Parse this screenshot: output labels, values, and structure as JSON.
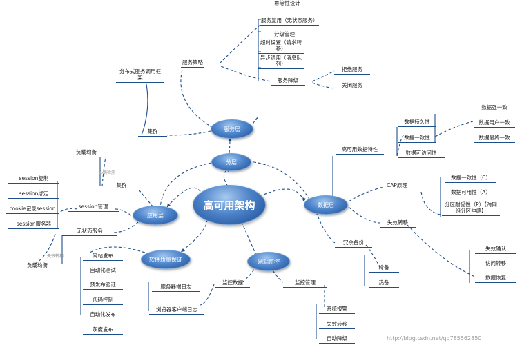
{
  "center": "高可用架构",
  "hubs": {
    "service_layer": "服务层",
    "layering": "分层",
    "data_layer": "数据层",
    "app_layer": "应用层",
    "quality": "软件质量保证",
    "monitoring": "网站监控"
  },
  "service": {
    "strategy": "服务策略",
    "framework": "分布式服务调用框架",
    "cluster": "集群",
    "idempotent": "幂等性设计",
    "reuse": "服务复用（无状态服务）",
    "grading": "分级管理",
    "timeout": "超时设置（请求转移）",
    "async": "异步调用（消息队列）",
    "degrade": "服务降级",
    "reject": "拒绝服务",
    "shutdown": "关闭服务"
  },
  "app": {
    "lb": "负载均衡",
    "heartbeat": "心跳检测",
    "cluster": "集群",
    "session_mgmt": "session管理",
    "session_copy": "session复制",
    "session_bind": "session绑定",
    "cookie": "cookie记录session",
    "session_server": "session服务器",
    "stateless": "无状态服务",
    "failover": "失效转移",
    "lb2": "负载均衡"
  },
  "data": {
    "ha_feature": "高可用数据特性",
    "durability": "数据持久性",
    "consistency": "数据一致性",
    "accessibility": "数据可访问性",
    "strong": "数据强一致",
    "user": "数据用户一致",
    "eventual": "数据最终一致",
    "cap": "CAP原理",
    "c": "数据一致性（C）",
    "a": "数据可用性（A）",
    "p": "分区耐受性（P）【跨网络分区伸缩】",
    "failover": "失效转移",
    "redundancy": "冗余备份",
    "cold": "冷备",
    "hot": "热备",
    "confirm": "失效确认",
    "transfer": "访问转移",
    "recover": "数据恢复"
  },
  "quality": {
    "release": "网站发布",
    "auto_test": "自动化测试",
    "pre_verify": "预发布验证",
    "code_ctrl": "代码控制",
    "auto_release": "自动化发布",
    "gray": "灰度发布"
  },
  "monitor": {
    "collect": "监控数据",
    "server_log": "服务器端日志",
    "browser_log": "浏览器客户端日志",
    "mgmt": "监控管理",
    "alarm": "系统报警",
    "failover": "失效转移",
    "auto_degrade": "自动降级"
  },
  "watermark": "http://blog.csdn.net/qq785562850"
}
